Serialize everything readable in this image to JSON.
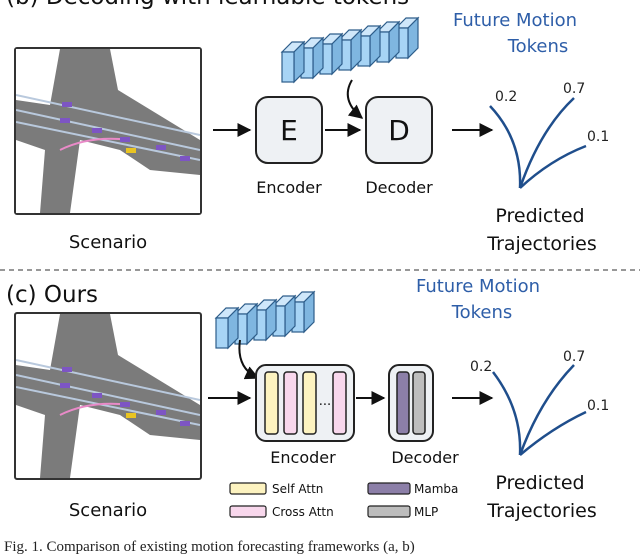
{
  "panel_b": {
    "heading": "(b) Decoding with learnable tokens",
    "tokens_label_line1": "Future Motion",
    "tokens_label_line2": "Tokens",
    "encoder_letter": "E",
    "decoder_letter": "D",
    "encoder_label": "Encoder",
    "decoder_label": "Decoder",
    "scenario_label": "Scenario",
    "pred_line1": "Predicted",
    "pred_line2": "Trajectories",
    "probabilities": [
      "0.2",
      "0.7",
      "0.1"
    ]
  },
  "panel_c": {
    "heading": "(c) Ours",
    "tokens_label_line1": "Future Motion",
    "tokens_label_line2": "Tokens",
    "ellipsis": "...",
    "encoder_label": "Encoder",
    "decoder_label": "Decoder",
    "scenario_label": "Scenario",
    "pred_line1": "Predicted",
    "pred_line2": "Trajectories",
    "probabilities": [
      "0.2",
      "0.7",
      "0.1"
    ],
    "legend": [
      {
        "label": "Self Attn",
        "color": "#fdf3c0"
      },
      {
        "label": "Mamba",
        "color": "#8c7fa8"
      },
      {
        "label": "Cross Attn",
        "color": "#f8d7ec"
      },
      {
        "label": "MLP",
        "color": "#bdbdbd"
      }
    ]
  },
  "caption": "Fig. 1.  Comparison of existing motion forecasting frameworks (a, b)",
  "colors": {
    "token_fill": "#a7d4f5",
    "token_stroke": "#2d5d8a",
    "trajectory": "#1f4e8c",
    "tokens_label": "#2e5ea8",
    "box_fill": "#eef1f4"
  }
}
